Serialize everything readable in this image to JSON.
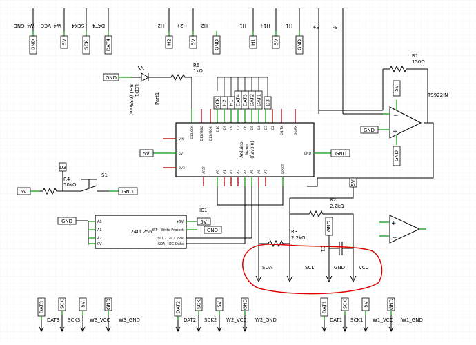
{
  "top_connectors": {
    "w4_gnd": "W4_GND",
    "w4_vcc": "W4_VCC",
    "sck4_label": "SCK4",
    "dat4_label": "DAT4",
    "h2_minus": "H2-",
    "h2_plus": "H2+",
    "h2_minus2": "H2-",
    "h1": "H1",
    "h1_plus": "H1+",
    "h1_minus": "H1-",
    "s_plus": "S+",
    "s_minus": "S-"
  },
  "top_tags": [
    "GND",
    "5V",
    "SCK",
    "DAT4",
    "H2",
    "5V",
    "GND",
    "H1",
    "5V",
    "GND"
  ],
  "led": {
    "ref": "LED1",
    "value": "Red (633nm)",
    "gnd": "GND"
  },
  "r5": {
    "ref": "R5",
    "value": "1kΩ"
  },
  "part": "Part1",
  "r1": {
    "ref": "R1",
    "value": "150Ω"
  },
  "opamp": {
    "ref": "TS922IN",
    "tag_5v": "5V",
    "tag_gnd_left": "GND",
    "tag_gnd_bottom": "GND"
  },
  "arduino": {
    "line1": "Arduino",
    "line2": "Nano",
    "line3": "(Rev3.0)",
    "top_tags": [
      "SCK",
      "H2",
      "H1",
      "DAT4",
      "DAT3",
      "DAT2",
      "DAT1",
      "D3"
    ],
    "top_pins": [
      "D13/SCK",
      "D12/MISO",
      "D11/MOSI",
      "D10",
      "D9",
      "D8",
      "D7",
      "D6",
      "D5",
      "D4",
      "D3",
      "D2",
      "D1/TX",
      "D0/RX"
    ],
    "left_pins": [
      "VIN",
      "5V",
      "3V3"
    ],
    "right_pin": "GND",
    "bottom_pins": [
      "AREF",
      "A0",
      "A1",
      "A2",
      "A3",
      "A4",
      "A5",
      "A6",
      "A7",
      "RESET"
    ],
    "tag_5v": "5V",
    "tag_gnd": "GND"
  },
  "switch": {
    "ref": "S1",
    "d3": "D3",
    "r4_ref": "R4",
    "r4_value": "50kΩ",
    "tag_5v": "5V",
    "tag_gnd": "GND"
  },
  "eeprom": {
    "ref": "IC1",
    "name": "24LC256",
    "left_pins": [
      "A0",
      "A1",
      "A2",
      "0V"
    ],
    "right_pins": [
      "+5V",
      "WP - Write Protect",
      "SCL - I2C Clock",
      "SDA - I2C Data"
    ],
    "tag_gnd": "GND",
    "tag_5v": "5V",
    "tag_gnd2": "GND"
  },
  "r2": {
    "ref": "R2",
    "value": "2.2kΩ"
  },
  "r3": {
    "ref": "R3",
    "value": "2.2kΩ"
  },
  "c1": {
    "ref": "C1",
    "tag_gnd": "GND"
  },
  "tag_5v_right": "5V",
  "i2c_labels": {
    "sda": "SDA",
    "scl": "SCL",
    "gnd": "GND",
    "vcc": "VCC"
  },
  "bottom_groups": [
    {
      "tags": [
        "DAT3",
        "SCK",
        "5V",
        "GND"
      ],
      "labels": [
        "DAT3",
        "SCK3",
        "W3_VCC",
        "W3_GND"
      ]
    },
    {
      "tags": [
        "DAT2",
        "SCK",
        "5V",
        "GND"
      ],
      "labels": [
        "DAT2",
        "SCK2",
        "W2_VCC",
        "W2_GND"
      ]
    },
    {
      "tags": [
        "DAT1",
        "SCK",
        "5V",
        "GND"
      ],
      "labels": [
        "DAT1",
        "SCK1",
        "W1_VCC",
        "W1_GND"
      ]
    }
  ],
  "colors": {
    "wire": "#000000",
    "pin": "#33aa33",
    "unused_pin": "#bb2222",
    "highlight": "#dd0000",
    "grid": "#e8e8e8"
  }
}
